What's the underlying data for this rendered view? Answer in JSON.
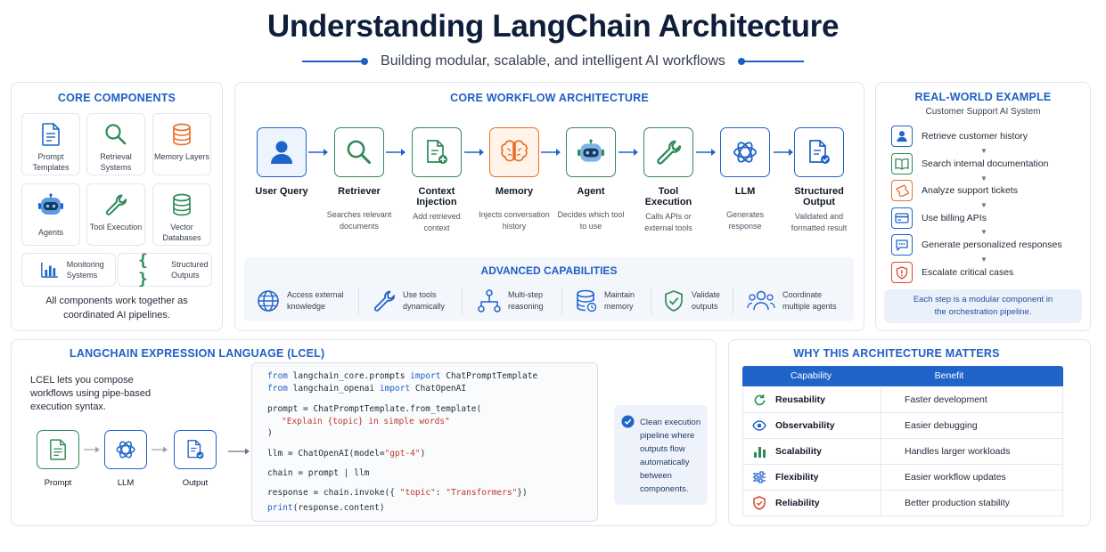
{
  "header": {
    "title": "Understanding LangChain Architecture",
    "subtitle": "Building modular, scalable, and intelligent AI workflows"
  },
  "core_components": {
    "title": "CORE COMPONENTS",
    "cards": [
      {
        "label": "Prompt Templates",
        "icon": "document-icon"
      },
      {
        "label": "Retrieval Systems",
        "icon": "search-icon"
      },
      {
        "label": "Memory Layers",
        "icon": "database-icon"
      },
      {
        "label": "Agents",
        "icon": "robot-icon"
      },
      {
        "label": "Tool Execution",
        "icon": "wrench-icon"
      },
      {
        "label": "Vector Databases",
        "icon": "database-icon"
      }
    ],
    "wide": [
      {
        "label": "Monitoring Systems",
        "icon": "bar-chart-icon"
      },
      {
        "label": "Structured Outputs",
        "icon": "braces-icon"
      }
    ],
    "footer": "All components work together as coordinated AI pipelines."
  },
  "workflow": {
    "title": "CORE WORKFLOW ARCHITECTURE",
    "steps": [
      {
        "name": "User Query",
        "desc": ""
      },
      {
        "name": "Retriever",
        "desc": "Searches relevant documents"
      },
      {
        "name": "Context Injection",
        "desc": "Add retrieved context"
      },
      {
        "name": "Memory",
        "desc": "Injects conversation history"
      },
      {
        "name": "Agent",
        "desc": "Decides which tool to use"
      },
      {
        "name": "Tool Execution",
        "desc": "Calls APIs or external tools"
      },
      {
        "name": "LLM",
        "desc": "Generates response"
      },
      {
        "name": "Structured Output",
        "desc": "Validated and formatted result"
      }
    ]
  },
  "advanced": {
    "title": "ADVANCED CAPABILITIES",
    "items": [
      {
        "label": "Access external knowledge",
        "icon": "globe-icon"
      },
      {
        "label": "Use tools dynamically",
        "icon": "wrench-icon"
      },
      {
        "label": "Multi-step reasoning",
        "icon": "network-icon"
      },
      {
        "label": "Maintain memory",
        "icon": "database-icon"
      },
      {
        "label": "Validate outputs",
        "icon": "shield-check-icon"
      },
      {
        "label": "Coordinate multiple agents",
        "icon": "users-icon"
      }
    ]
  },
  "real_world": {
    "title": "REAL-WORLD EXAMPLE",
    "subtitle": "Customer Support AI System",
    "steps": [
      {
        "label": "Retrieve customer history",
        "icon": "user-icon",
        "color": "#1f64c8"
      },
      {
        "label": "Search internal documentation",
        "icon": "book-icon",
        "color": "#2e8b57"
      },
      {
        "label": "Analyze support tickets",
        "icon": "ticket-icon",
        "color": "#e8702a"
      },
      {
        "label": "Use billing APIs",
        "icon": "card-icon",
        "color": "#1f64c8"
      },
      {
        "label": "Generate personalized responses",
        "icon": "chat-icon",
        "color": "#1f64c8"
      },
      {
        "label": "Escalate critical cases",
        "icon": "alert-shield-icon",
        "color": "#d9452b"
      }
    ],
    "note": "Each step is a modular component in the orchestration pipeline."
  },
  "lcel": {
    "title": "LANGCHAIN EXPRESSION LANGUAGE (LCEL)",
    "description": "LCEL lets you compose workflows using pipe-based execution syntax.",
    "nodes": [
      {
        "label": "Prompt",
        "icon": "document-icon"
      },
      {
        "label": "LLM",
        "icon": "openai-icon"
      },
      {
        "label": "Output",
        "icon": "document-check-icon"
      }
    ],
    "code": {
      "l1_kw1": "from",
      "l1_a": " langchain_core.prompts ",
      "l1_kw2": "import",
      "l1_b": " ChatPromptTemplate",
      "l2_kw1": "from",
      "l2_a": " langchain_openai ",
      "l2_kw2": "import",
      "l2_b": " ChatOpenAI",
      "l3": "prompt = ChatPromptTemplate.from_template(",
      "l4": "\"Explain {topic} in simple words\"",
      "l5": ")",
      "l6_a": "llm = ChatOpenAI(model=",
      "l6_str": "\"gpt-4\"",
      "l6_b": ")",
      "l7": "chain = prompt | llm",
      "l8_a": "response = chain.invoke({ ",
      "l8_s1": "\"topic\"",
      "l8_b": ": ",
      "l8_s2": "\"Transformers\"",
      "l8_c": "})",
      "l9_kw": "print",
      "l9_a": "(response.content)"
    },
    "note": "Clean execution pipeline where outputs flow automatically between components."
  },
  "why": {
    "title": "WHY THIS ARCHITECTURE MATTERS",
    "headers": [
      "Capability",
      "Benefit"
    ],
    "rows": [
      {
        "capability": "Reusability",
        "benefit": "Faster development",
        "icon": "refresh-icon",
        "color": "#2e8b57"
      },
      {
        "capability": "Observability",
        "benefit": "Easier debugging",
        "icon": "eye-icon",
        "color": "#1f64c8"
      },
      {
        "capability": "Scalability",
        "benefit": "Handles larger workloads",
        "icon": "bar-chart-icon",
        "color": "#2e8b57"
      },
      {
        "capability": "Flexibility",
        "benefit": "Easier workflow updates",
        "icon": "sliders-icon",
        "color": "#1f64c8"
      },
      {
        "capability": "Reliability",
        "benefit": "Better production stability",
        "icon": "shield-icon",
        "color": "#d9452b"
      }
    ]
  },
  "colors": {
    "accent": "#1f5fc4",
    "green": "#2e8b57",
    "orange": "#e8702a",
    "red": "#d9452b"
  }
}
